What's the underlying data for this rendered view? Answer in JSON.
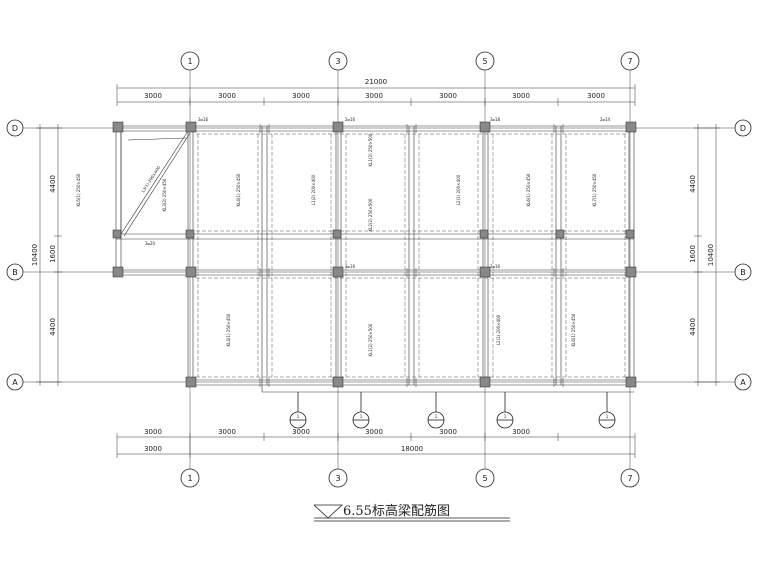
{
  "title": "6.55标高梁配筋图",
  "grid_columns": [
    {
      "label": "1"
    },
    {
      "label": "3"
    },
    {
      "label": "5"
    },
    {
      "label": "7"
    }
  ],
  "grid_rows": [
    {
      "label": "D"
    },
    {
      "label": "B"
    },
    {
      "label": "A"
    }
  ],
  "dimensions": {
    "top_total": "21000",
    "top_segments": [
      "3000",
      "3000",
      "3000",
      "3000",
      "3000",
      "3000",
      "3000"
    ],
    "bottom_segments": [
      "3000",
      "3000",
      "3000",
      "3000",
      "3000",
      "3000"
    ],
    "bottom_total": "18000",
    "bottom_first": "3000",
    "left_segments": [
      "4400",
      "1600",
      "4400"
    ],
    "left_total": "10400",
    "right_segments": [
      "4400",
      "1600",
      "4400"
    ],
    "right_total": "10400"
  },
  "section_markers": [
    "1",
    "1",
    "1",
    "1",
    "1"
  ],
  "beam_notes": [
    "KL5(1) 250×450",
    "KL3(2) 250×450",
    "KL4(1) 250×450",
    "L1(2) 200×400",
    "KL1(2) 250×500",
    "KL2(2) 250×500",
    "L2(1) 200×400",
    "KL6(1) 250×450",
    "KL7(1) 250×450",
    "L3(1) 200×400"
  ],
  "rebar_labels": [
    "3⌀16",
    "2⌀16",
    "3⌀18",
    "2⌀14",
    "3⌀20"
  ]
}
